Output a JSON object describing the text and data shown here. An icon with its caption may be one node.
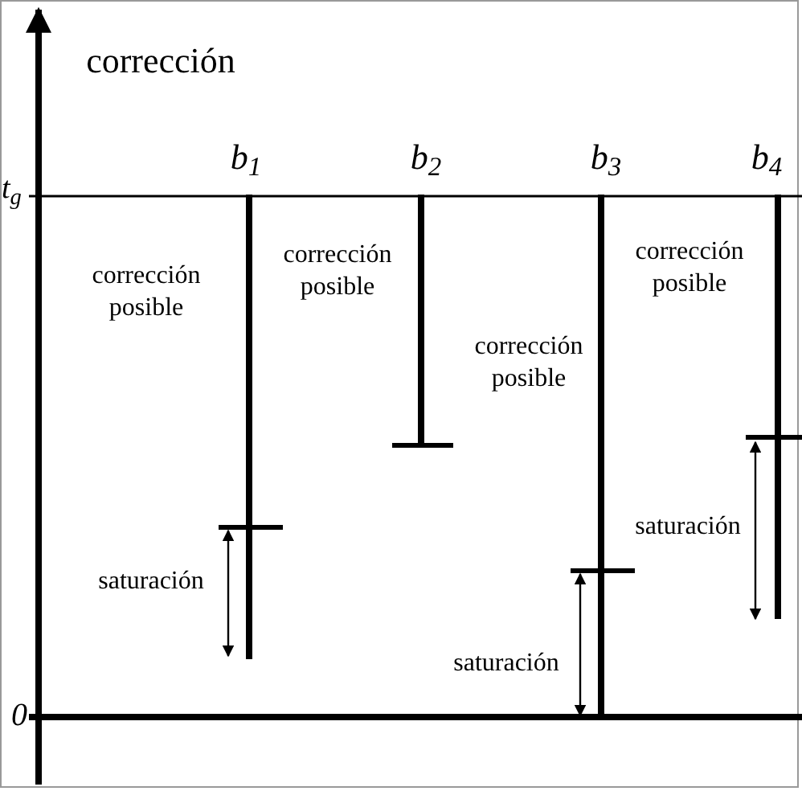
{
  "diagram": {
    "labels": [
      "corrección",
      "t$_{g}$",
      "b$_{1}$",
      "b$_{2}$",
      "b$_{3}$",
      "b$_{4}$",
      "corrección posible",
      "corrección posible",
      "corrección posible",
      "corrección posible",
      "saturación",
      "saturación",
      "saturación",
      "0"
    ]
  }
}
